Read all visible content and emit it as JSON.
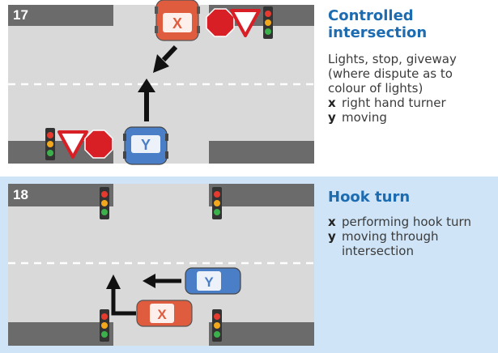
{
  "panel17": {
    "number": "17",
    "title_lines": [
      "Controlled",
      "intersection"
    ],
    "description_lines": [
      "Lights, stop, giveway",
      "(where dispute as to",
      "colour of lights)"
    ],
    "legend": [
      {
        "key": "x",
        "text": "right hand turner"
      },
      {
        "key": "y",
        "text": "moving"
      }
    ],
    "car_x_label": "X",
    "car_y_label": "Y",
    "colors": {
      "car_x": "#e05c3f",
      "car_y": "#4a7fc8",
      "road": "#d9d9d9",
      "kerb": "#6b6b6b",
      "stop_sign": "#d81f26"
    }
  },
  "panel18": {
    "number": "18",
    "title": "Hook turn",
    "legend": [
      {
        "key": "x",
        "text": "performing hook turn"
      },
      {
        "key": "y",
        "text_lines": [
          "moving through",
          "intersection"
        ]
      }
    ],
    "car_x_label": "X",
    "car_y_label": "Y",
    "colors": {
      "background": "#cfe4f6",
      "title": "#1d6bb0"
    }
  }
}
